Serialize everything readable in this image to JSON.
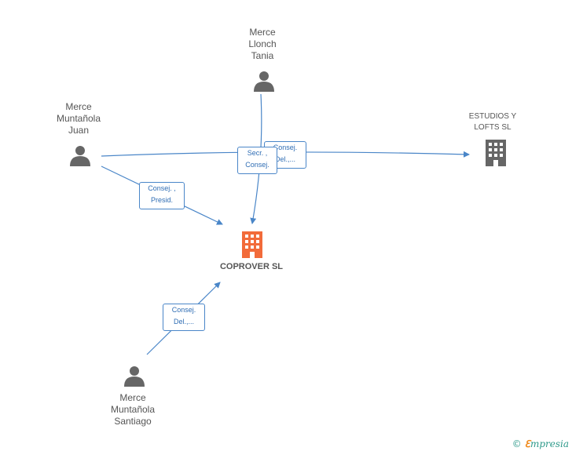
{
  "people": [
    {
      "id": "tania",
      "lines": [
        "Merce",
        "Llonch",
        "Tania"
      ]
    },
    {
      "id": "juan",
      "lines": [
        "Merce",
        "Muntañola",
        "Juan"
      ]
    },
    {
      "id": "santiago",
      "lines": [
        "Merce",
        "Muntañola",
        "Santiago"
      ]
    }
  ],
  "companies": {
    "main": {
      "name": "COPROVER SL",
      "color": "#f26b3a"
    },
    "side": {
      "lines": [
        "ESTUDIOS Y",
        "LOFTS SL"
      ],
      "color": "#666666"
    }
  },
  "roles": {
    "juan_main": [
      "Consej. ,",
      "Presid."
    ],
    "tania_main": [
      "Secr. ,",
      "Consej."
    ],
    "tania_side": [
      "Consej.",
      "Del.,..."
    ],
    "santiago_main": [
      "Consej.",
      "Del.,..."
    ]
  },
  "colors": {
    "edge": "#4a86c8",
    "person_icon": "#666666"
  },
  "brand": {
    "copyright": "©",
    "e": "ℇ",
    "rest": "mpresia"
  }
}
